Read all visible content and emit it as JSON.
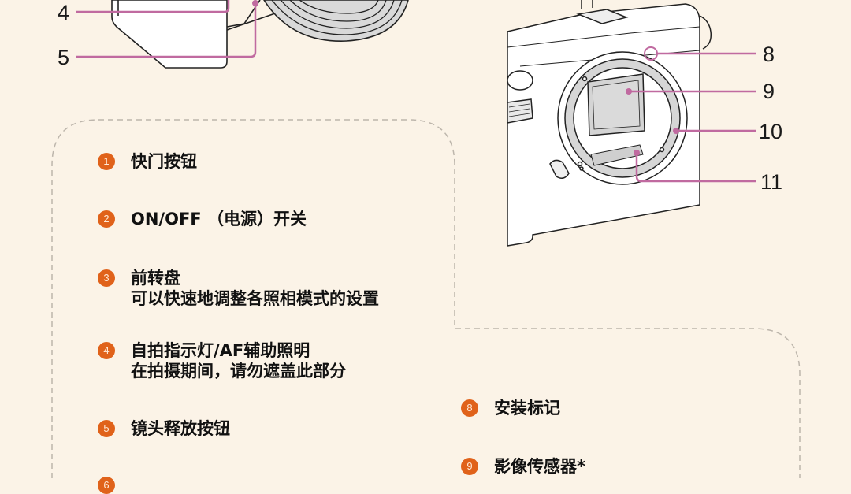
{
  "diagram": {
    "left_camera_callouts": [
      {
        "num": "4"
      },
      {
        "num": "5"
      }
    ],
    "right_camera_callouts": [
      {
        "num": "8"
      },
      {
        "num": "9"
      },
      {
        "num": "10"
      },
      {
        "num": "11"
      }
    ]
  },
  "colors": {
    "background": "#FBF3E7",
    "badge": "#E0621A",
    "callout_line": "#C06AA0",
    "dashed_border": "#BDB6AC"
  },
  "items": [
    {
      "num": "1",
      "title": "快门按钮"
    },
    {
      "num": "2",
      "title": "ON/OFF （电源）开关"
    },
    {
      "num": "3",
      "title": "前转盘",
      "desc": "可以快速地调整各照相模式的设置"
    },
    {
      "num": "4",
      "title": "自拍指示灯/AF辅助照明",
      "desc": "在拍摄期间，请勿遮盖此部分"
    },
    {
      "num": "5",
      "title": "镜头释放按钮"
    },
    {
      "num": "6",
      "title": ""
    },
    {
      "num": "8",
      "title": "安装标记"
    },
    {
      "num": "9",
      "title": "影像传感器*"
    }
  ]
}
